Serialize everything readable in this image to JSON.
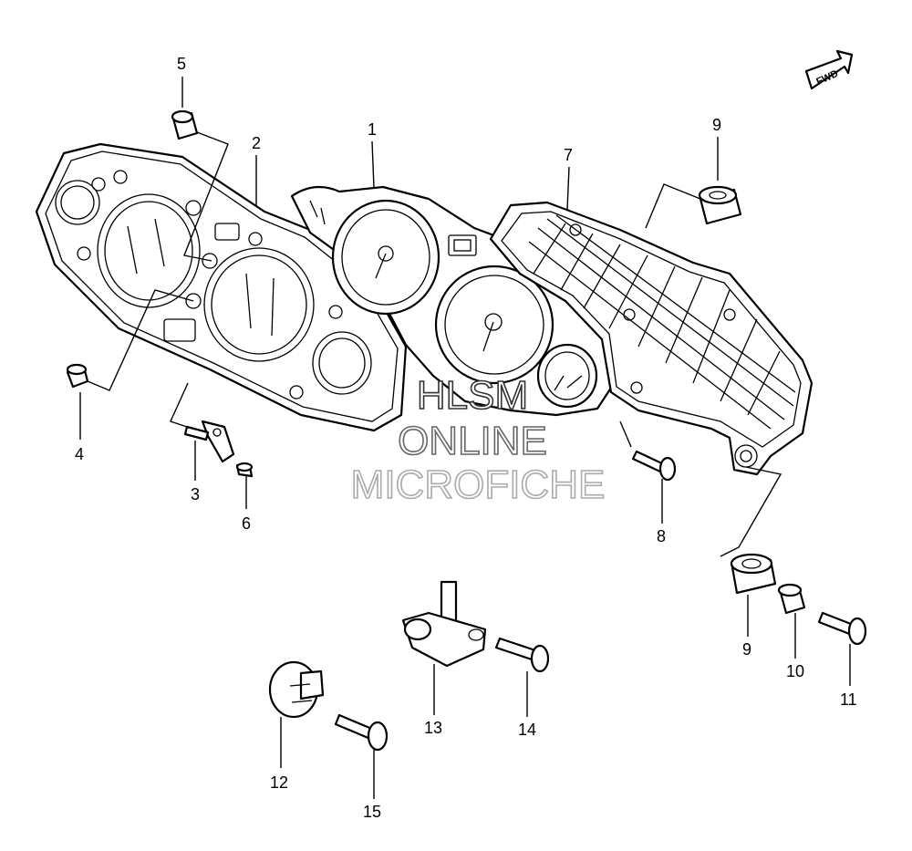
{
  "diagram": {
    "labels": {
      "p1": "1",
      "p2": "2",
      "p3": "3",
      "p4": "4",
      "p5": "5",
      "p6": "6",
      "p7": "7",
      "p8": "8",
      "p9a": "9",
      "p9b": "9",
      "p10": "10",
      "p11": "11",
      "p12": "12",
      "p13": "13",
      "p14": "14",
      "p15": "15"
    },
    "fwd_label": "FWD"
  },
  "watermark": {
    "line1": "HLSM",
    "line2": "ONLINE",
    "line3": "MICROFICHE"
  }
}
